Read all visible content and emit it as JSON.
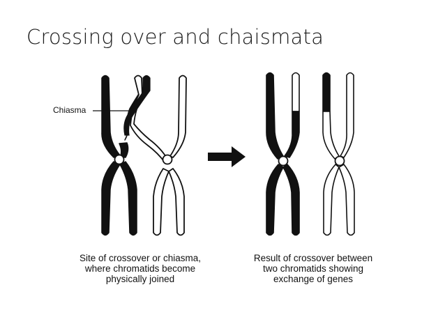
{
  "slide": {
    "title": "Crossing over and chaismata"
  },
  "diagram": {
    "chiasma_label": "Chiasma",
    "left_caption": [
      "Site of crossover or chiasma,",
      "where chromatids become",
      "physically joined"
    ],
    "right_caption": [
      "Result of crossover between",
      "two chromatids showing",
      "exchange of genes"
    ],
    "colors": {
      "dark_chromatid": "#111111",
      "light_chromatid": "#ffffff",
      "arrow": "#111111"
    }
  }
}
